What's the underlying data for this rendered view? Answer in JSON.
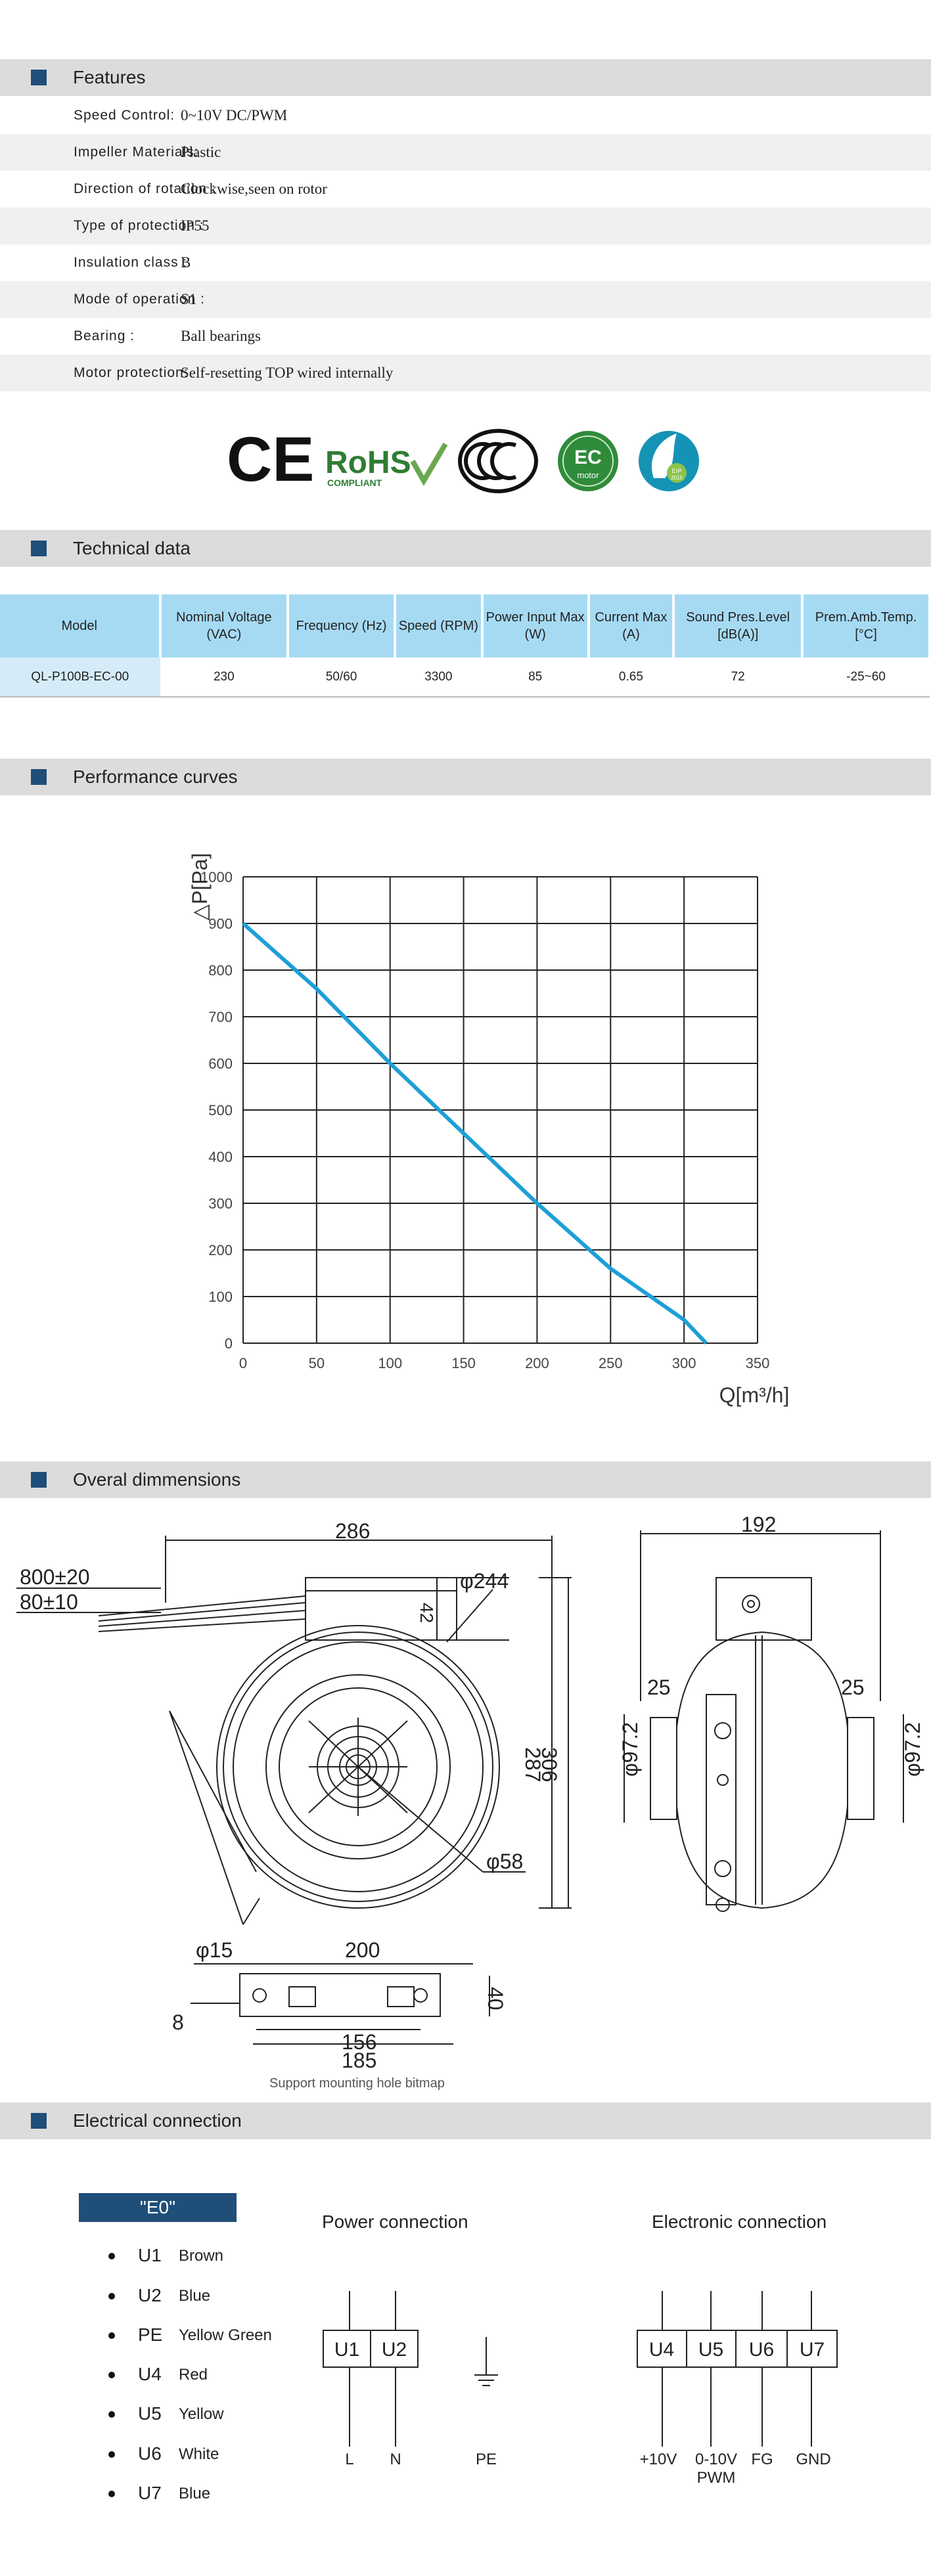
{
  "features": {
    "title": "Features",
    "rows": [
      {
        "key": "Speed Control:",
        "value": "0~10V DC/PWM"
      },
      {
        "key": "Impeller Materials:",
        "value": "Plastic"
      },
      {
        "key": "Direction of rotation :",
        "value": "Clockwise,seen on rotor"
      },
      {
        "key": "Type of protection :",
        "value": "IP55"
      },
      {
        "key": "Insulation class :",
        "value": "B"
      },
      {
        "key": "Mode of operation :",
        "value": "S1"
      },
      {
        "key": "Bearing :",
        "value": "Ball bearings"
      },
      {
        "key": "Motor protection:",
        "value": "Self-resetting TOP wired internally"
      }
    ]
  },
  "certifications": {
    "ce": "CE",
    "rohs": "RoHS",
    "rohs_sub": "COMPLIANT",
    "ec_top": "EC",
    "ec_bottom": "motor",
    "erp_top": "ErP",
    "erp_bottom": "2015"
  },
  "technical": {
    "title": "Technical data",
    "headers": [
      "Model",
      "Nominal Voltage (VAC)",
      "Frequency (Hz)",
      "Speed (RPM)",
      "Power Input Max (W)",
      "Current Max (A)",
      "Sound Pres.Level [dB(A)]",
      "Prem.Amb.Temp. [°C]"
    ],
    "row": [
      "QL-P100B-EC-00",
      "230",
      "50/60",
      "3300",
      "85",
      "0.65",
      "72",
      "-25~60"
    ]
  },
  "performance": {
    "title": "Performance curves",
    "ylabel": "△P[Pa]",
    "xlabel": "Q[m³/h]"
  },
  "chart_data": {
    "type": "line",
    "xlabel": "Q[m³/h]",
    "ylabel": "△P[Pa]",
    "xlim": [
      0,
      350
    ],
    "ylim": [
      0,
      1000
    ],
    "xticks": [
      0,
      50,
      100,
      150,
      200,
      250,
      300,
      350
    ],
    "yticks": [
      0,
      100,
      200,
      300,
      400,
      500,
      600,
      700,
      800,
      900,
      1000
    ],
    "grid": true,
    "series": [
      {
        "color": "#1e9fd6",
        "x": [
          0,
          50,
          100,
          150,
          200,
          250,
          300,
          315
        ],
        "y": [
          900,
          760,
          600,
          450,
          300,
          160,
          50,
          0
        ]
      }
    ]
  },
  "dimensions": {
    "title": "Overal dimmensions",
    "d_286": "286",
    "d_800": "800±20",
    "d_80": "80±10",
    "d_42": "42",
    "d_phi244": "φ244",
    "d_287": "287",
    "d_306": "306",
    "d_phi58": "φ58",
    "d_192": "192",
    "d_25a": "25",
    "d_25b": "25",
    "d_phi972a": "φ97.2",
    "d_phi972b": "φ97.2",
    "d_phi15": "φ15",
    "d_200": "200",
    "d_8": "8",
    "d_40": "40",
    "d_156": "156",
    "d_185": "185",
    "caption": "Support mounting hole bitmap"
  },
  "electrical": {
    "title": "Electrical  connection",
    "badge": "\"E0\"",
    "wires": [
      {
        "code": "U1",
        "color": "Brown"
      },
      {
        "code": "U2",
        "color": "Blue"
      },
      {
        "code": "PE",
        "color": "Yellow Green"
      },
      {
        "code": "U4",
        "color": "Red"
      },
      {
        "code": "U5",
        "color": "Yellow"
      },
      {
        "code": "U6",
        "color": "White"
      },
      {
        "code": "U7",
        "color": "Blue"
      }
    ],
    "power_title": "Power connection",
    "power_terms": [
      "U1",
      "U2"
    ],
    "power_labels": [
      "L",
      "N",
      "PE"
    ],
    "elec_title": "Electronic connection",
    "elec_terms": [
      "U4",
      "U5",
      "U6",
      "U7"
    ],
    "elec_labels": [
      "+10V",
      "0-10V",
      "PWM",
      "FG",
      "GND"
    ]
  },
  "colors": {
    "accent": "#1f4e79",
    "curve": "#1e9fd6",
    "table_header": "#a6daf3",
    "band": "#dcdcdc"
  }
}
